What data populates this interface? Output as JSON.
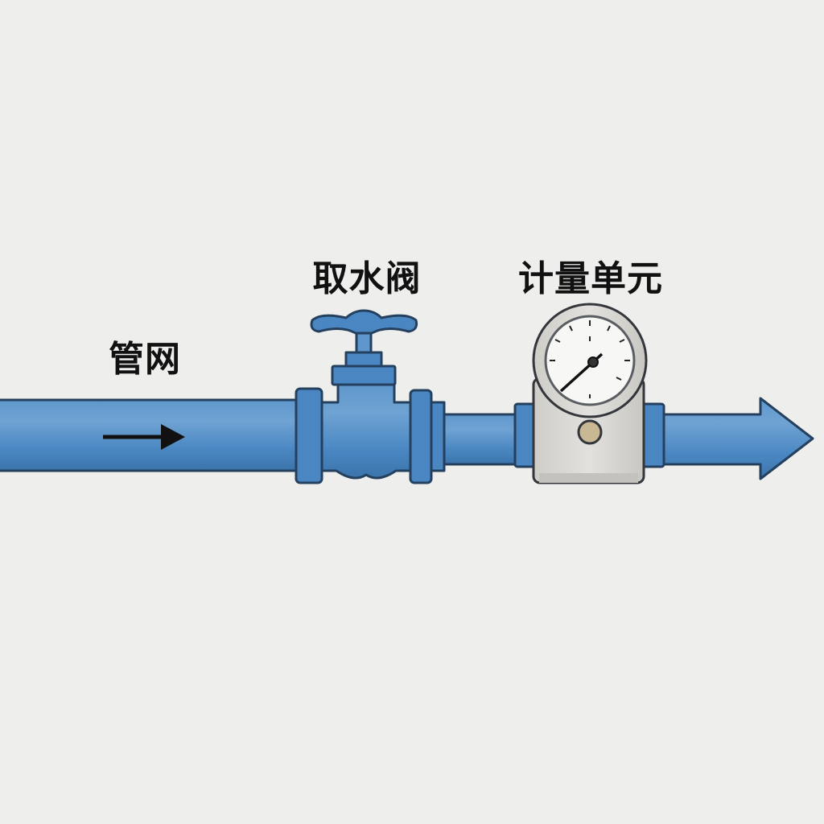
{
  "labels": {
    "network": "管网",
    "valve": "取水阀",
    "meter": "计量单元"
  },
  "colors": {
    "pipe": "#4a87c2",
    "pipe_light": "#6fa3d3",
    "outline": "#24405e",
    "meter_body": "#d9d8d4",
    "background": "#eeeeec"
  },
  "icons": {
    "flow": "arrow-right-icon",
    "valve": "gate-valve-icon",
    "meter": "pressure-gauge-icon"
  }
}
